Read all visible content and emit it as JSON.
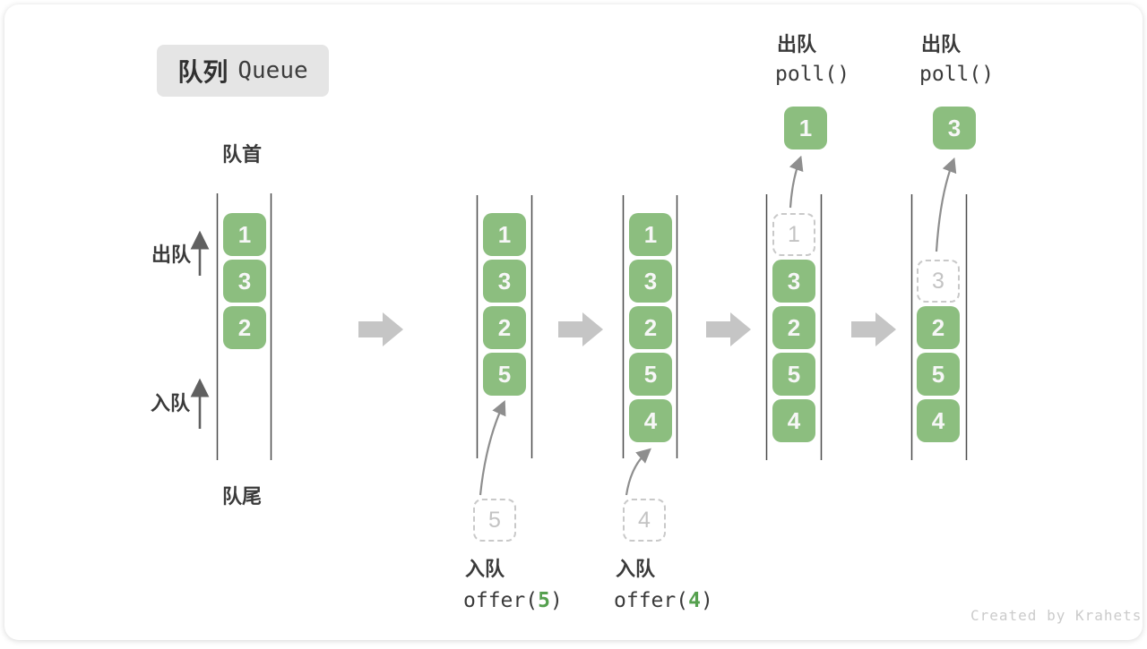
{
  "title": {
    "zh": "队列",
    "en": "Queue"
  },
  "labels": {
    "front": "队首",
    "rear": "队尾",
    "dequeue": "出队",
    "enqueue": "入队"
  },
  "watermark": "Created by Krahets",
  "colors": {
    "item_green": "#8CBE7F",
    "accent_green": "#55A04E",
    "title_bg": "#E5E5E5",
    "text_dark": "#3A3A3A",
    "queue_line": "#4B4B4B",
    "ghost_gray": "#C9C9C9",
    "block_arrow": "#C5C5C5",
    "arrow_mid": "#8E8E8E",
    "arrow_dark": "#606060",
    "watermark_gray": "#CBCBCB"
  },
  "queues": [
    {
      "items": [
        "1",
        "3",
        "2"
      ]
    },
    {
      "items": [
        "1",
        "3",
        "2",
        "5"
      ],
      "pending": "5",
      "op_label": "入队",
      "op_pre": "offer(",
      "op_arg": "5",
      "op_post": ")"
    },
    {
      "items": [
        "1",
        "3",
        "2",
        "5",
        "4"
      ],
      "pending": "4",
      "op_label": "入队",
      "op_pre": "offer(",
      "op_arg": "4",
      "op_post": ")"
    },
    {
      "ghost": "1",
      "items": [
        "3",
        "2",
        "5",
        "4"
      ],
      "removed": "1",
      "op_label": "出队",
      "op_code": "poll()"
    },
    {
      "ghost": "3",
      "items": [
        "2",
        "5",
        "4"
      ],
      "removed": "3",
      "op_label": "出队",
      "op_code": "poll()"
    }
  ]
}
